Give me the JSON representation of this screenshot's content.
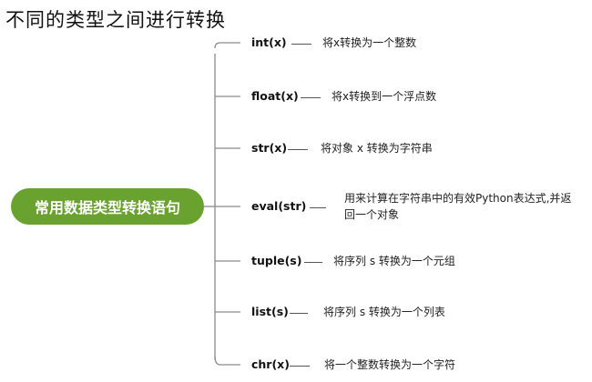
{
  "title": "不同的类型之间进行转换",
  "root": {
    "label": "常用数据类型转换语句"
  },
  "branches": [
    {
      "func": "int(x)",
      "desc": "将x转换为一个整数"
    },
    {
      "func": "float(x)",
      "desc": "将x转换到一个浮点数"
    },
    {
      "func": "str(x)",
      "desc": "将对象 x 转换为字符串"
    },
    {
      "func": "eval(str)",
      "desc": "用来计算在字符串中的有效Python表达式,并返回一个对象"
    },
    {
      "func": "tuple(s)",
      "desc": "将序列 s 转换为一个元组"
    },
    {
      "func": "list(s)",
      "desc": "将序列 s 转换为一个列表"
    },
    {
      "func": "chr(x)",
      "desc": "将一个整数转换为一个字符"
    }
  ],
  "colors": {
    "root_bg": "#6aa22f",
    "connector": "#8a8a8a"
  }
}
